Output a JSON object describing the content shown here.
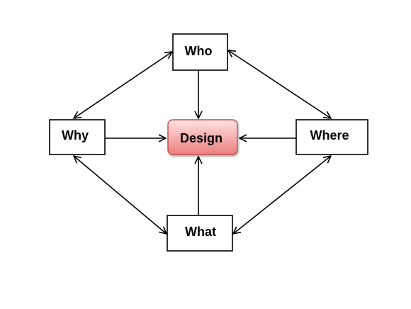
{
  "nodes": {
    "who": {
      "label": "Who"
    },
    "why": {
      "label": "Why"
    },
    "design": {
      "label": "Design"
    },
    "where": {
      "label": "Where"
    },
    "what": {
      "label": "What"
    }
  },
  "colors": {
    "box_fill": "#ffffff",
    "box_stroke": "#000000",
    "design_fill_top": "#fde2e2",
    "design_fill_bottom": "#f08888",
    "design_stroke": "#c0504d",
    "edge": "#000000"
  }
}
